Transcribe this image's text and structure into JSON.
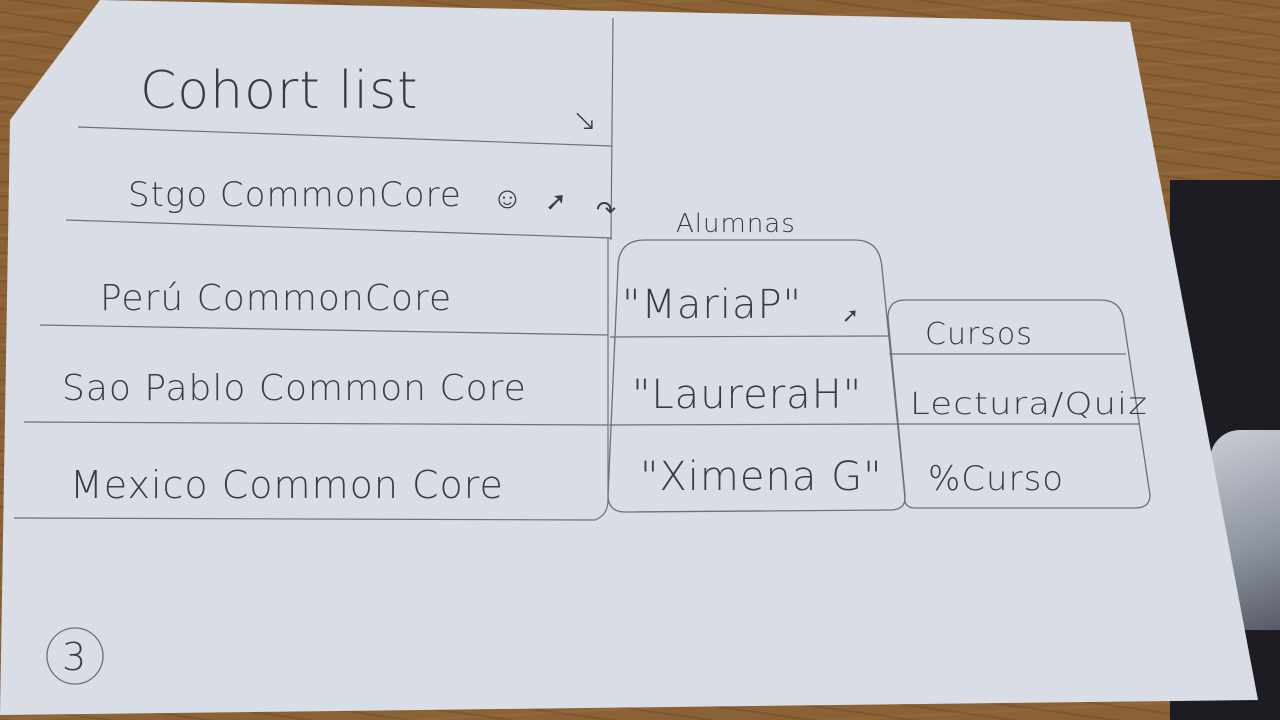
{
  "title": "Cohort list",
  "cohorts": [
    {
      "label": "Stgo CommonCore",
      "extra": "☺"
    },
    {
      "label": "Perú CommonCore",
      "extra": ""
    },
    {
      "label": "Sao Pablo Common Core",
      "extra": ""
    },
    {
      "label": "Mexico Common Core",
      "extra": ""
    }
  ],
  "students": {
    "header": "Alumnas",
    "items": [
      "\"MariaP\"",
      "\"LaureraH\"",
      "\"Ximena G\""
    ]
  },
  "courses": {
    "header": "Cursos",
    "items": [
      "Lectura/Quiz",
      "%Curso"
    ]
  },
  "page_number": "3"
}
